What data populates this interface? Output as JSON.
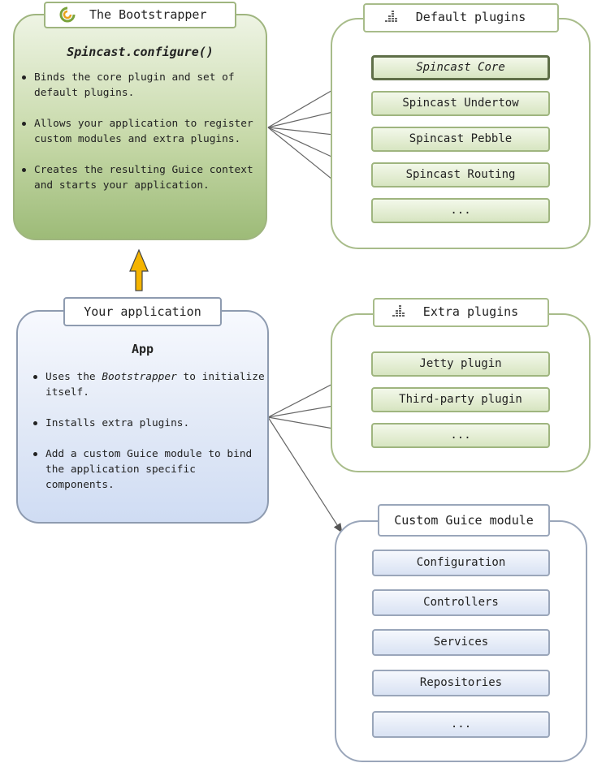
{
  "bootstrapper": {
    "tab_label": "The Bootstrapper",
    "title": "Spincast.configure()",
    "bullets": [
      "Binds the core plugin and set of default plugins.",
      "Allows your application to register custom modules and extra plugins.",
      "Creates the resulting Guice context and starts your application."
    ]
  },
  "application": {
    "tab_label": "Your application",
    "title": "App",
    "bullet_1_pre": "Uses the ",
    "bullet_1_em": "Bootstrapper",
    "bullet_1_post": " to initialize itself.",
    "bullet_2": "Installs extra plugins.",
    "bullet_3": "Add a custom Guice module to bind the application specific components."
  },
  "default_plugins": {
    "tab_label": "Default plugins",
    "items": [
      "Spincast Core",
      "Spincast Undertow",
      "Spincast Pebble",
      "Spincast Routing",
      "..."
    ]
  },
  "extra_plugins": {
    "tab_label": "Extra plugins",
    "items": [
      "Jetty plugin",
      "Third-party plugin",
      "..."
    ]
  },
  "custom_module": {
    "tab_label": "Custom Guice module",
    "items": [
      "Configuration",
      "Controllers",
      "Services",
      "Repositories",
      "..."
    ]
  },
  "colors": {
    "green_accent": "#9fb57f",
    "blue_accent": "#8e9bb0",
    "up_arrow": "#f5b400"
  }
}
